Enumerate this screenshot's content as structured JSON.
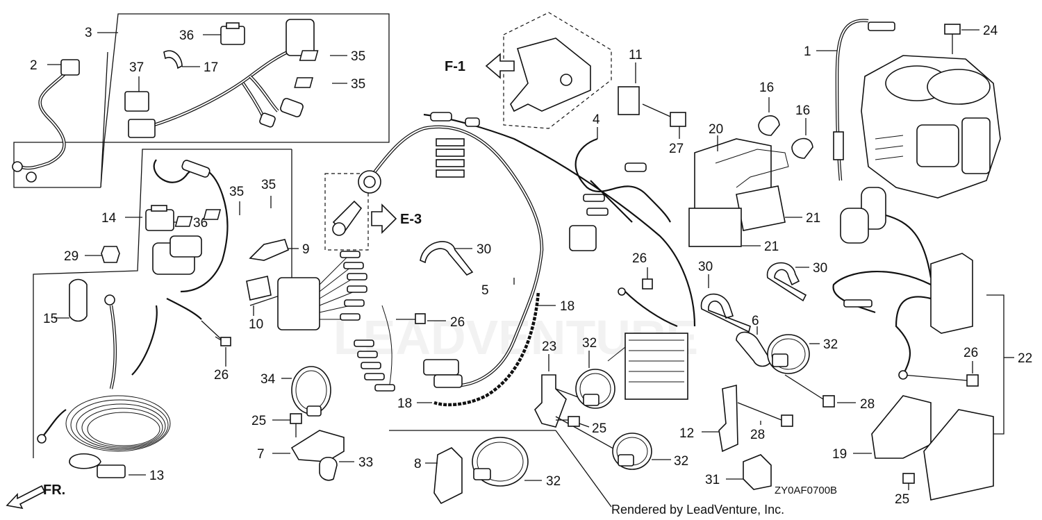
{
  "labels": {
    "l1": "1",
    "l2": "2",
    "l3": "3",
    "l4": "4",
    "l5": "5",
    "l6": "6",
    "l7": "7",
    "l8": "8",
    "l9": "9",
    "l10": "10",
    "l11": "11",
    "l12": "12",
    "l13": "13",
    "l14": "14",
    "l15": "15",
    "l16a": "16",
    "l16b": "16",
    "l17": "17",
    "l18a": "18",
    "l18b": "18",
    "l19": "19",
    "l20": "20",
    "l21a": "21",
    "l21b": "21",
    "l22": "22",
    "l23": "23",
    "l24": "24",
    "l25a": "25",
    "l25b": "25",
    "l25c": "25",
    "l26a": "26",
    "l26b": "26",
    "l26c": "26",
    "l26d": "26",
    "l27": "27",
    "l28a": "28",
    "l28b": "28",
    "l29": "29",
    "l30a": "30",
    "l30b": "30",
    "l30c": "30",
    "l31": "31",
    "l32a": "32",
    "l32b": "32",
    "l32c": "32",
    "l32d": "32",
    "l33": "33",
    "l34": "34",
    "l35a": "35",
    "l35b": "35",
    "l35c": "35",
    "l35d": "35",
    "l36a": "36",
    "l36b": "36",
    "l37": "37"
  },
  "refs": {
    "f1": "F-1",
    "e3": "E-3",
    "fr": "FR."
  },
  "footer": {
    "credit": "Rendered by LeadVenture, Inc.",
    "code": "ZY0AF0700B"
  },
  "watermark": "LEADVENTURE"
}
